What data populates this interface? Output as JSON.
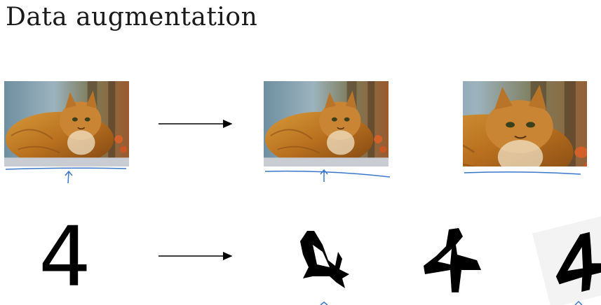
{
  "slide": {
    "title": "Data augmentation"
  },
  "digits": {
    "original": "4"
  },
  "colors": {
    "annotation_ink": "#3a78c9",
    "arrow": "#000000",
    "text": "#1a1a1a"
  },
  "icons": [
    "right-arrow-icon",
    "up-arrow-annotation-icon",
    "cat-photo"
  ]
}
